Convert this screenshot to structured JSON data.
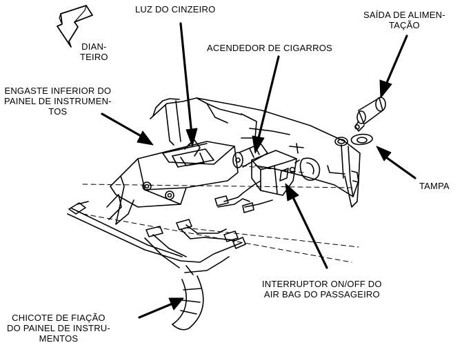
{
  "labels": {
    "dianteiro": [
      "DIAN-",
      "TEIRO"
    ],
    "luz_cinzeiro": [
      "LUZ DO CINZEIRO"
    ],
    "saida_alimentacao": [
      "SAÍDA DE ALIMEN-",
      "TAÇÃO"
    ],
    "acendedor": [
      "ACENDEDOR DE CIGARROS"
    ],
    "engaste": [
      "ENGASTE INFERIOR DO",
      "PAINEL DE INSTRUMEN-",
      "TOS"
    ],
    "tampa": [
      "TAMPA"
    ],
    "interruptor": [
      "INTERRUPTOR ON/OFF DO",
      "AIR BAG DO PASSAGEIRO"
    ],
    "chicote": [
      "CHICOTE DE FIAÇÃO",
      "DO PAINEL DE INSTRU-",
      "MENTOS"
    ]
  },
  "colors": {
    "ink": "#000000",
    "paper": "#ffffff"
  }
}
